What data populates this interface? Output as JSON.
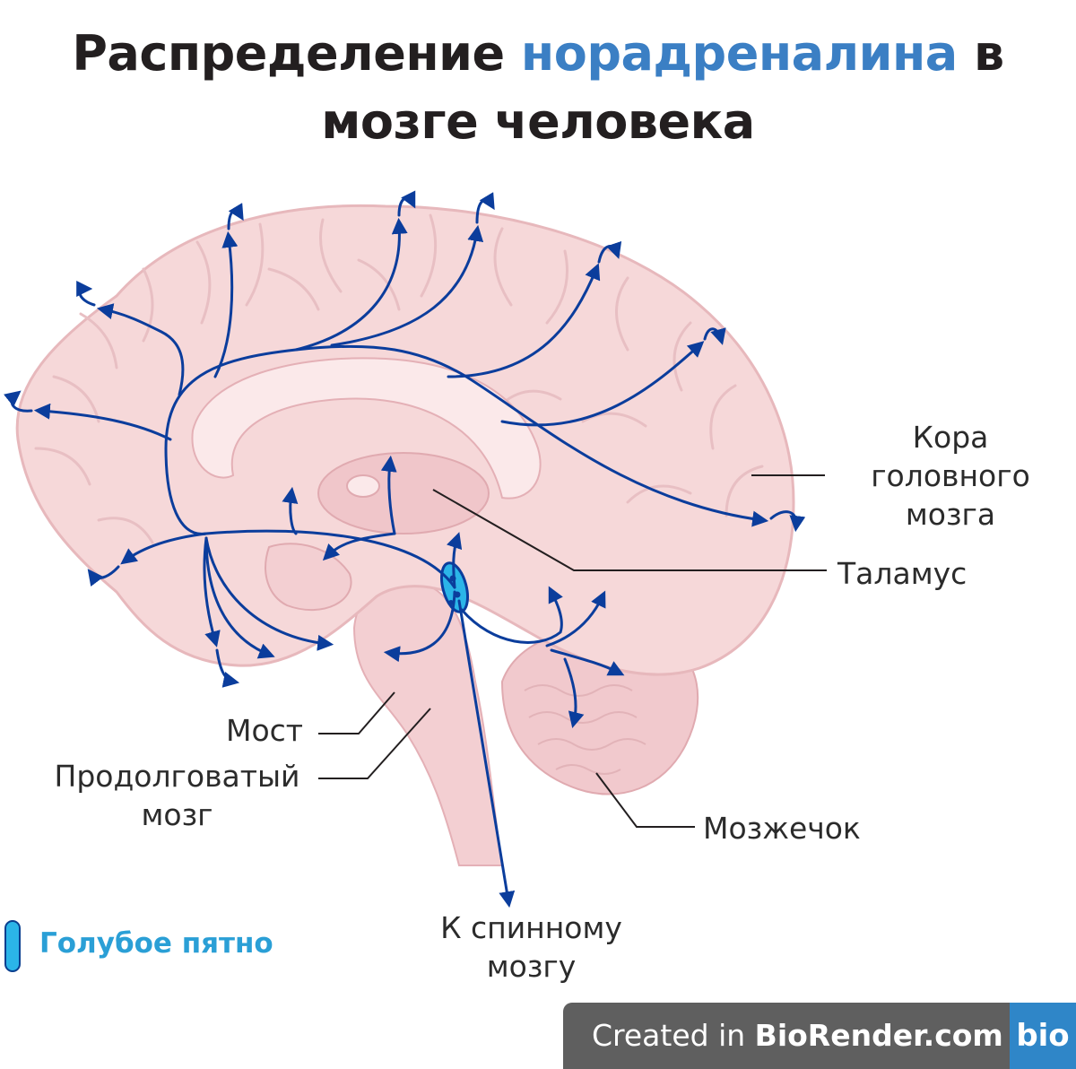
{
  "title": {
    "part1": "Распределение ",
    "highlight": "норадреналина",
    "part2": " в",
    "line2": "мозге человека"
  },
  "labels": {
    "cortex_1": "Кора",
    "cortex_2": "головного",
    "cortex_3": "мозга",
    "thalamus": "Таламус",
    "pons": "Мост",
    "medulla_1": "Продолговатый",
    "medulla_2": "мозг",
    "cerebellum": "Мозжечок",
    "spinal_1": "К спинному",
    "spinal_2": "мозгу"
  },
  "legend": {
    "label": "Голубое пятно"
  },
  "badge": {
    "prefix": "Created in ",
    "brand": "BioRender.com",
    "logo": "bio"
  },
  "colors": {
    "pathway": "#0b3d9c",
    "brain_fill": "#f6d8d9",
    "brain_outline": "#e7b8bc",
    "locus_coeruleus": "#2bb5e8",
    "title_highlight": "#3b7fc4",
    "legend_text": "#2a9fd6"
  }
}
